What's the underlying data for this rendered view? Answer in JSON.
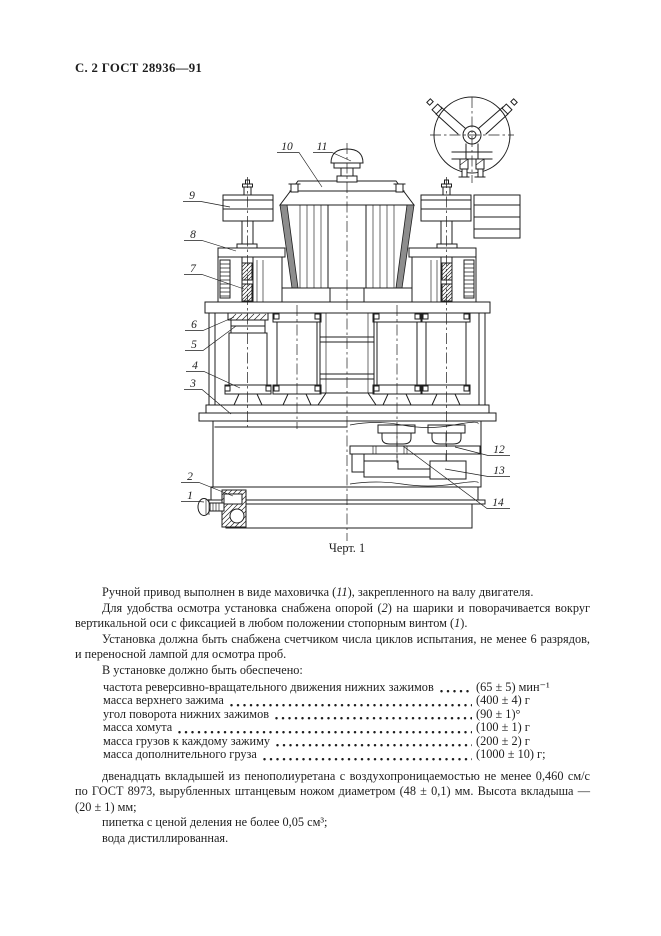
{
  "colors": {
    "ink": "#1e1e1e",
    "paper": "#ffffff"
  },
  "page": {
    "header": "С. 2 ГОСТ 28936—91"
  },
  "figure": {
    "caption": "Черт. 1",
    "callouts": {
      "n1": "1",
      "n2": "2",
      "n3": "3",
      "n4": "4",
      "n5": "5",
      "n6": "6",
      "n7": "7",
      "n8": "8",
      "n9": "9",
      "n10": "10",
      "n11": "11",
      "n12": "12",
      "n13": "13",
      "n14": "14"
    }
  },
  "body": {
    "p1": [
      {
        "t": "Ручной привод выполнен в виде маховичка ("
      },
      {
        "t": "11",
        "i": true
      },
      {
        "t": "), закрепленного на валу двигателя."
      }
    ],
    "p2": [
      {
        "t": "Для удобства осмотра установка снабжена опорой ("
      },
      {
        "t": "2",
        "i": true
      },
      {
        "t": ") на шарики и поворачивается вокруг вертикальной оси с фиксацией в любом положении стопорным винтом ("
      },
      {
        "t": "1",
        "i": true
      },
      {
        "t": ")."
      }
    ],
    "p3": [
      {
        "t": "Установка должна быть снабжена счетчиком числа циклов испытания, не менее 6 разрядов, и переносной лампой для осмотра проб."
      }
    ],
    "p4": [
      {
        "t": "В установке должно быть обеспечено:"
      }
    ],
    "p5": [
      {
        "t": "двенадцать вкладышей из пенополиуретана с воздухопроницаемостью не менее 0,460 см/с по ГОСТ 8973, вырубленных штанцевым ножом диаметром (48 ± 0,1) мм. Высота вкладыша — (20 ± 1) мм;"
      }
    ],
    "p6": [
      {
        "t": "пипетка с ценой деления не более 0,05 см³;"
      }
    ],
    "p7": [
      {
        "t": "вода дистиллированная."
      }
    ]
  },
  "specs": {
    "items": [
      {
        "label": "частота реверсивно-вращательного движения нижних зажимов",
        "value": "(65 ± 5) мин⁻¹"
      },
      {
        "label": "масса верхнего зажима",
        "value": "(400 ± 4) г"
      },
      {
        "label": "угол поворота нижних зажимов",
        "value": "(90 ± 1)°"
      },
      {
        "label": "масса хомута",
        "value": "(100 ± 1) г"
      },
      {
        "label": "масса грузов к каждому зажиму",
        "value": "(200 ± 2) г"
      },
      {
        "label": "масса дополнительного груза",
        "value": "(1000 ± 10) г;"
      }
    ]
  }
}
